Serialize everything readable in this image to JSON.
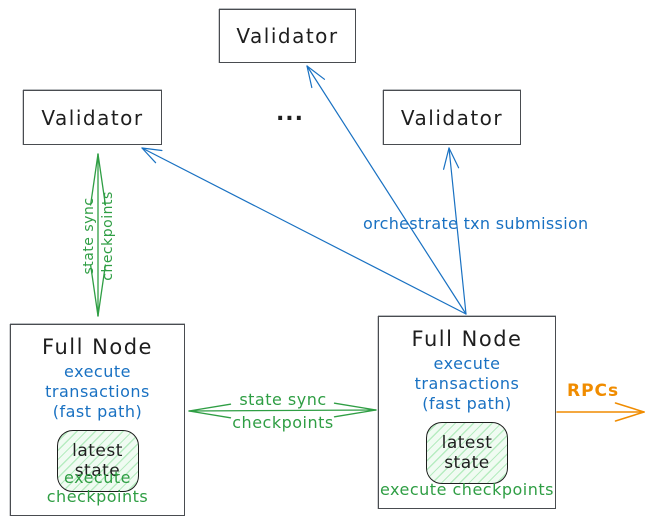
{
  "colors": {
    "ink": "#1e1e1e",
    "box_border": "#494c50",
    "blue": "#1971c2",
    "green": "#2f9e44",
    "orange": "#f08c00",
    "state_fill": "#f0fbf2",
    "state_hatch": "#b7ecc1"
  },
  "validators": {
    "top": "Validator",
    "left": "Validator",
    "right": "Validator",
    "ellipsis": "..."
  },
  "full_node_left": {
    "title": "Full Node",
    "exec_txn": "execute transactions",
    "fast_path": "(fast path)",
    "latest_state": "latest\nstate",
    "exec_checkpoints": "execute checkpoints"
  },
  "full_node_right": {
    "title": "Full Node",
    "exec_txn": "execute transactions",
    "fast_path": "(fast path)",
    "latest_state": "latest\nstate",
    "exec_checkpoints": "execute checkpoints"
  },
  "edges": {
    "state_sync_left": {
      "line1": "state sync",
      "line2": "checkpoints"
    },
    "state_sync_mid": {
      "line1": "state sync",
      "line2": "checkpoints"
    },
    "orchestrate": {
      "label": "orchestrate txn submission"
    },
    "rpc": {
      "label": "RPCs"
    }
  }
}
